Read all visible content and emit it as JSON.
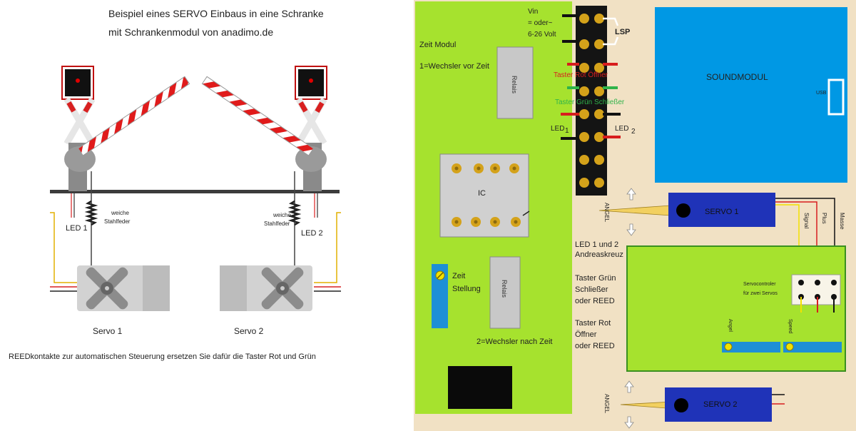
{
  "left": {
    "title_line1": "Beispiel eines SERVO Einbaus in eine Schranke",
    "title_line2": "mit Schrankenmodul von anadimo.de",
    "spring_label_l1": "weiche",
    "spring_label_l2": "Stahlfeder",
    "spring_label_r1": "weiche",
    "spring_label_r2": "Stahlfeder",
    "led1": "LED 1",
    "led2": "LED 2",
    "servo1": "Servo 1",
    "servo2": "Servo 2",
    "note": "REEDkontakte zur automatischen Steuerung ersetzen Sie dafür die Taster Rot  und  Grün"
  },
  "right": {
    "vin_l1": "Vin",
    "vin_l2": "= oder~",
    "vin_l3": "6-26 Volt",
    "lsp": "LSP",
    "zeit_modul": "Zeit Modul",
    "wechsler_vor": "1=Wechsler vor Zeit",
    "relais_top": "Relais",
    "relais_bottom": "Relais",
    "ic": "IC",
    "zeit_l1": "Zeit",
    "zeit_l2": "Stellung",
    "wechsler_nach": "2=Wechsler nach Zeit",
    "taster_rot_oeffner": "Taster Rot Öffner",
    "taster_gruen_schliesser": "Taster Grün Schließer",
    "led1": "LED",
    "led1_num": "1",
    "led2": "LED",
    "led2_num": "2",
    "soundmodul": "SOUNDMODUL",
    "usb": "USB",
    "angel_1": "ANGEL",
    "angel_2": "ANGEL",
    "servo1": "SERVO 1",
    "servo2": "SERVO 2",
    "signal": "Signal",
    "plus": "Plus",
    "masse": "Masse",
    "info_led_l1": "LED 1 und 2",
    "info_led_l2": "Andreaskreuz",
    "info_gruen_l1": "Taster Grün",
    "info_gruen_l2": "Schließer",
    "info_gruen_l3": "oder REED",
    "info_rot_l1": "Taster Rot",
    "info_rot_l2": "Öffner",
    "info_rot_l3": "oder REED",
    "servocontroler_l1": "Servocontroler",
    "servocontroler_l2": "für zwei Servos",
    "angel_pot": "Angel",
    "speed_pot": "Speed"
  },
  "colors": {
    "zeit_board": "#a6e22e",
    "beige": "#f1e1c4",
    "soundmodul": "#0098e4",
    "servo_body": "#1f33b8",
    "pot_blue": "#1e8fd6",
    "wire_red": "#d81e1e",
    "wire_green": "#2fb34a",
    "wire_yellow": "#f2e100",
    "gold": "#d4a21a"
  }
}
